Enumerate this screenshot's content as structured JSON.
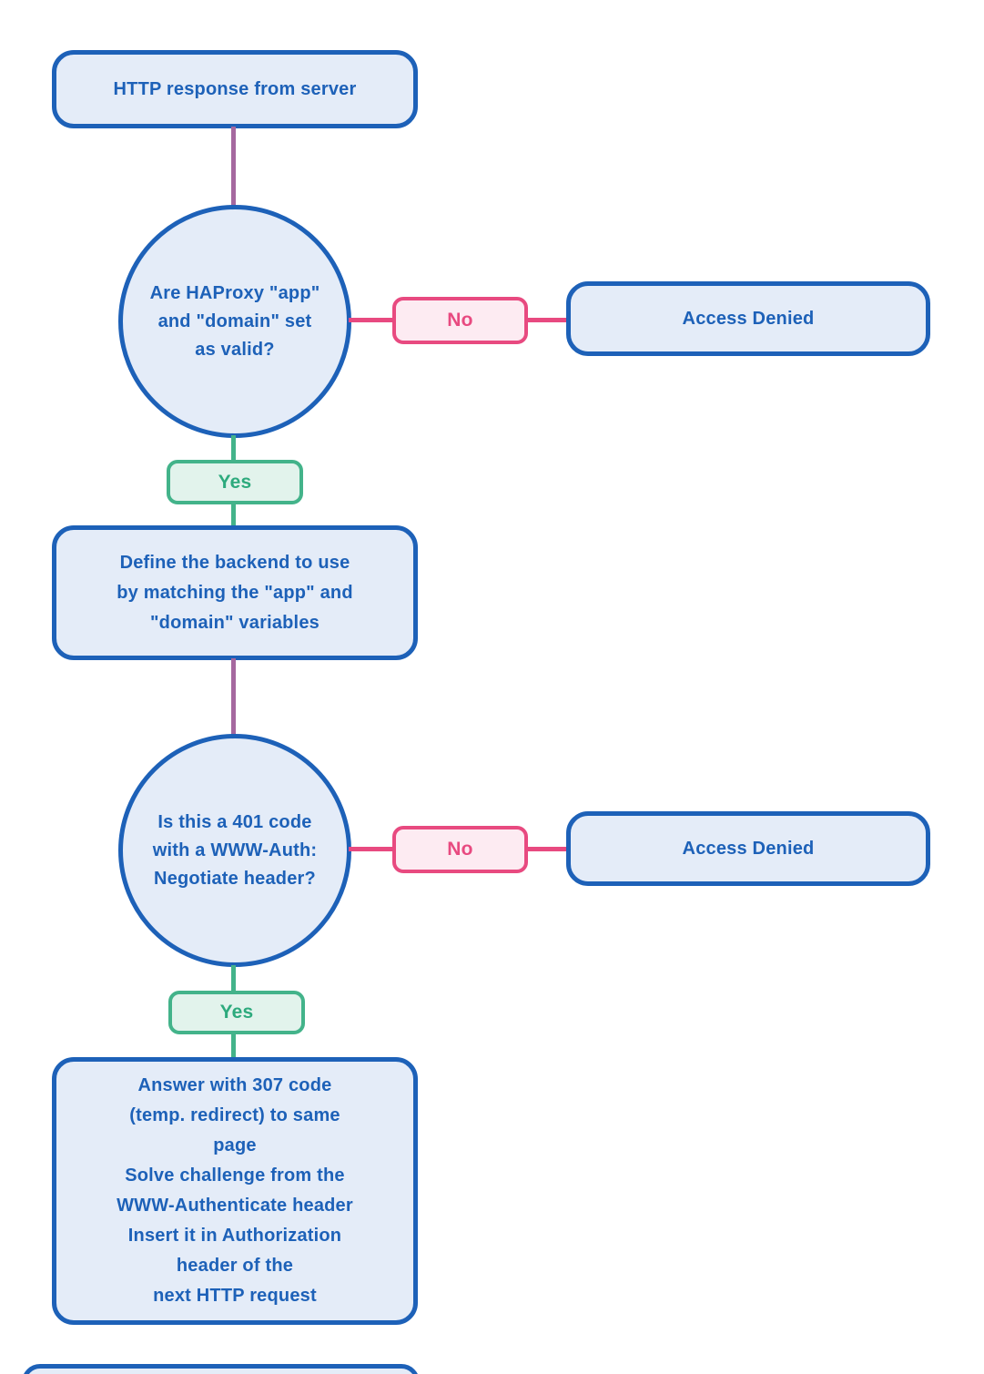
{
  "colors": {
    "node_border": "#1d61b8",
    "node_fill": "#e4ecf8",
    "node_text": "#1d61b8",
    "no_border": "#e84a80",
    "no_fill": "#fdebf2",
    "no_text": "#e84a80",
    "yes_border": "#43b38a",
    "yes_fill": "#e2f3ec",
    "yes_text": "#2daa7d",
    "connector_purple": "#a5689f",
    "connector_pink": "#e84a80",
    "connector_green": "#43b38a"
  },
  "flow": {
    "start": "HTTP response from server",
    "decision1": "Are HAProxy \"app\"\nand \"domain\" set\nas valid?",
    "no1": "No",
    "denied1": "Access Denied",
    "yes1": "Yes",
    "process1": "Define the backend to use\nby matching the \"app\" and\n\"domain\" variables",
    "decision2": "Is this a 401 code\nwith a WWW-Auth:\nNegotiate header?",
    "no2": "No",
    "denied2": "Access Denied",
    "yes2": "Yes",
    "final": "Answer with 307 code\n(temp. redirect) to same\npage\nSolve challenge from the\nWWW-Authenticate header\nInsert it in Authorization\nheader of the\nnext HTTP request"
  }
}
